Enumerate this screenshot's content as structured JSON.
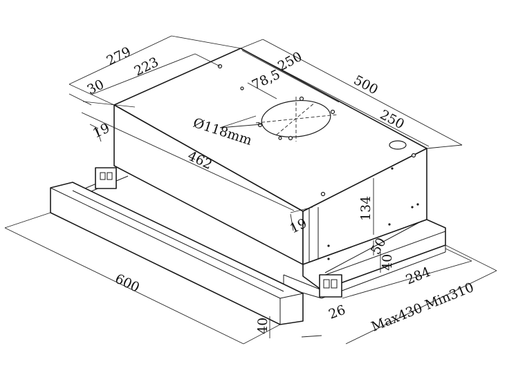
{
  "dimensions": {
    "width_total": "600",
    "depth_total": "500",
    "depth_half_front": "250",
    "depth_half_rear": "250",
    "body_width": "462",
    "side_depth": "279",
    "side_inner": "223",
    "side_offset": "30",
    "vent_offset": "78,5",
    "vent_diameter": "Ø118mm",
    "body_height": "134",
    "bottom_step": "50",
    "bottom_height": "40",
    "slide_depth": "284",
    "slide_range": "Max430 Min310",
    "front_panel_height": "40",
    "front_panel_depth": "26",
    "edge_left": "19",
    "edge_right": "19"
  }
}
